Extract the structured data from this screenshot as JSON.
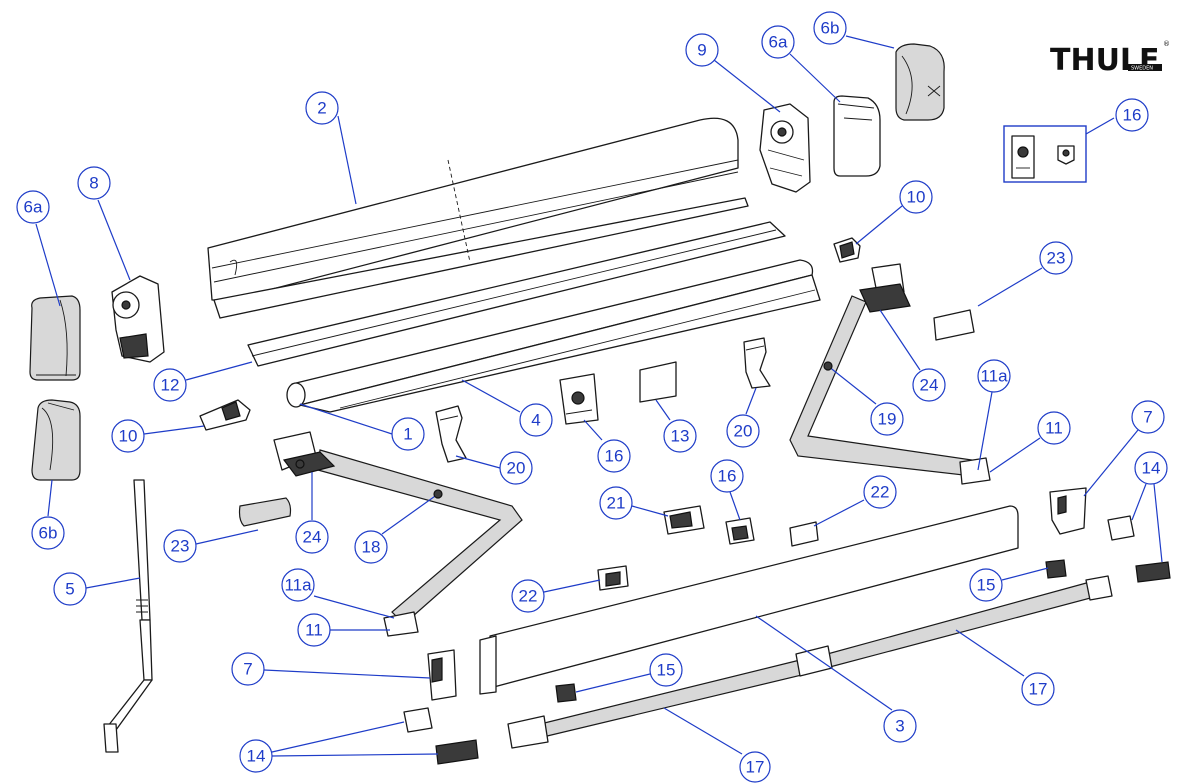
{
  "brand": {
    "name": "THULE",
    "sub": "SWEDEN",
    "reg": "®"
  },
  "colors": {
    "callout": "#1e3cc8",
    "part_stroke": "#1a1a1a"
  },
  "callouts": {
    "c1": "1",
    "c2": "2",
    "c3": "3",
    "c4": "4",
    "c5": "5",
    "c6a_left": "6a",
    "c6b_left": "6b",
    "c6a_top": "6a",
    "c6b_top": "6b",
    "c7_right": "7",
    "c7_left": "7",
    "c8": "8",
    "c9": "9",
    "c10_left": "10",
    "c10_top": "10",
    "c11_left": "11",
    "c11_right": "11",
    "c11a_left": "11a",
    "c11a_right": "11a",
    "c12": "12",
    "c13": "13",
    "c14_left": "14",
    "c14_right": "14",
    "c15_left": "15",
    "c15_right": "15",
    "c16_box": "16",
    "c16_mid": "16",
    "c16_small": "16",
    "c17_left": "17",
    "c17_right": "17",
    "c18": "18",
    "c19": "19",
    "c20_left": "20",
    "c20_right": "20",
    "c21": "21",
    "c22_left": "22",
    "c22_right": "22",
    "c23_left": "23",
    "c23_right": "23",
    "c24_left": "24",
    "c24_right": "24"
  }
}
